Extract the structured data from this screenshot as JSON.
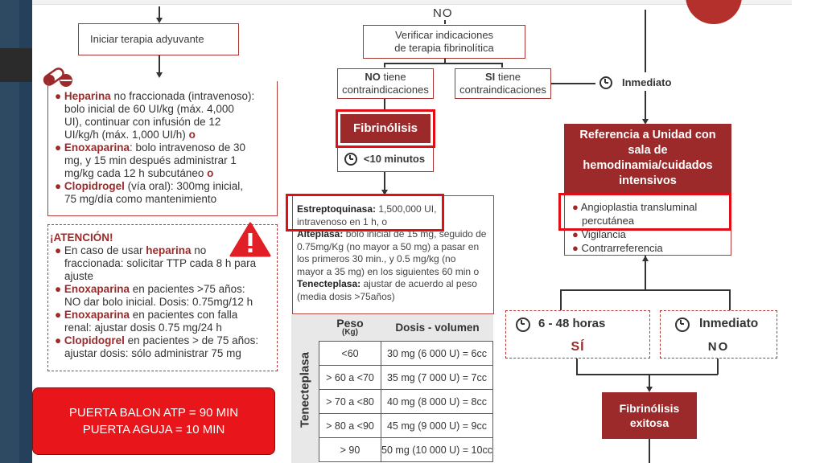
{
  "nodes": {
    "iniciar": "Iniciar terapia adyuvante",
    "no_label": "NO",
    "verificar_l1": "Verificar indicaciones",
    "verificar_l2": "de terapia fibrinolítica",
    "no_tiene_bold": "NO",
    "no_tiene_rest": " tiene",
    "no_tiene_l2": "contraindicaciones",
    "si_tiene_bold": "SI",
    "si_tiene_rest": " tiene",
    "si_tiene_l2": "contraindicaciones",
    "inmediato_top": "Inmediato",
    "fibrinolisis": "Fibrinólisis",
    "menos10": "<10 minutos",
    "referencia_l1": "Referencia a Unidad con",
    "referencia_l2": "sala de",
    "referencia_l3": "hemodinamia/cuidados",
    "referencia_l4": "intensivos",
    "angio_l1": "Angioplastia transluminal",
    "angio_l2": "percutánea",
    "vigilancia": "Vigilancia",
    "contrarreferencia": "Contrarreferencia",
    "horas": "6 - 48 horas",
    "si_label": "SÍ",
    "inmediato_bottom": "Inmediato",
    "no_bottom": "NO",
    "fib_exitosa_l1": "Fibrinólisis",
    "fib_exitosa_l2": "exitosa"
  },
  "left_meds": [
    {
      "bold": "Heparina",
      "lines": [
        " no fraccionada (intravenoso):",
        "bolo inicial de 60 UI/kg  (máx. 4,000",
        "UI), continuar con infusión de 12",
        "UI/kg/h (máx. 1,000 UI/h) "
      ],
      "connector": "o"
    },
    {
      "bold": "Enoxaparina",
      "lines": [
        ": bolo intravenoso de 30",
        "mg, y 15 min después administrar 1",
        "mg/kg cada 12 h subcutáneo "
      ],
      "connector": "o"
    },
    {
      "bold": "Clopidrogel",
      "lines": [
        " (vía oral):  300mg inicial,",
        "75 mg/día como mantenimiento"
      ],
      "connector": ""
    }
  ],
  "atencion": {
    "title": "¡ATENCIÓN!",
    "items": [
      {
        "pre": "En caso de usar ",
        "bold": "heparina",
        "lines": [
          " no",
          "fraccionada: solicitar TTP cada 8 h para",
          "ajuste"
        ]
      },
      {
        "pre": "",
        "bold": "Enoxaparina",
        "lines": [
          " en pacientes >75 años:",
          "NO dar bolo inicial. Dosis: 0.75mg/12 h"
        ]
      },
      {
        "pre": "",
        "bold": "Enoxaparina",
        "lines": [
          " en pacientes con falla",
          "renal: ajustar dosis 0.75 mg/24 h"
        ]
      },
      {
        "pre": "",
        "bold": "Clopidogrel",
        "lines": [
          " en pacientes > de 75 años:",
          "ajustar dosis: sólo administrar 75 mg"
        ]
      }
    ]
  },
  "fibrinoliticos": [
    {
      "bold": "Estreptoquinasa:",
      "text": " 1,500,000 UI,",
      "cont": "intravenoso en 1 h, o"
    },
    {
      "bold": "Alteplasa:",
      "text": " bolo inicial de 15 mg, seguido de",
      "cont": "0.75mg/Kg (no mayor a 50 mg) a pasar en\nlos primeros 30 min., y 0.5 mg/kg (no\nmayor a 35 mg) en los siguientes 60 min o"
    },
    {
      "bold": "Tenecteplasa:",
      "text": " ajustar de acuerdo al peso",
      "cont": "(media dosis >75años)"
    }
  ],
  "tenecteplasa_table": {
    "side_label": "Tenecteplasa",
    "header_peso": "Peso",
    "header_kg": "(Kg)",
    "header_dosis": "Dosis - volumen",
    "rows": [
      [
        "<60",
        "30 mg (6 000 U) = 6cc"
      ],
      [
        "> 60 a <70",
        "35 mg (7 000 U) = 7cc"
      ],
      [
        "> 70 a <80",
        "40 mg (8 000 U) = 8cc"
      ],
      [
        "> 80 a <90",
        "45 mg (9 000 U) = 9cc"
      ],
      [
        "> 90",
        "50 mg (10 000 U) = 10cc"
      ]
    ]
  },
  "puerta": {
    "line1": "PUERTA BALON ATP = 90 MIN",
    "line2": "PUERTA AGUJA = 10 MIN"
  },
  "colors": {
    "dark_red": "#9c2a2a",
    "bright_red": "#e00f16",
    "navy": "#2d4a62"
  },
  "icons": [
    "pill-icon",
    "clock-icon",
    "warning-icon"
  ]
}
